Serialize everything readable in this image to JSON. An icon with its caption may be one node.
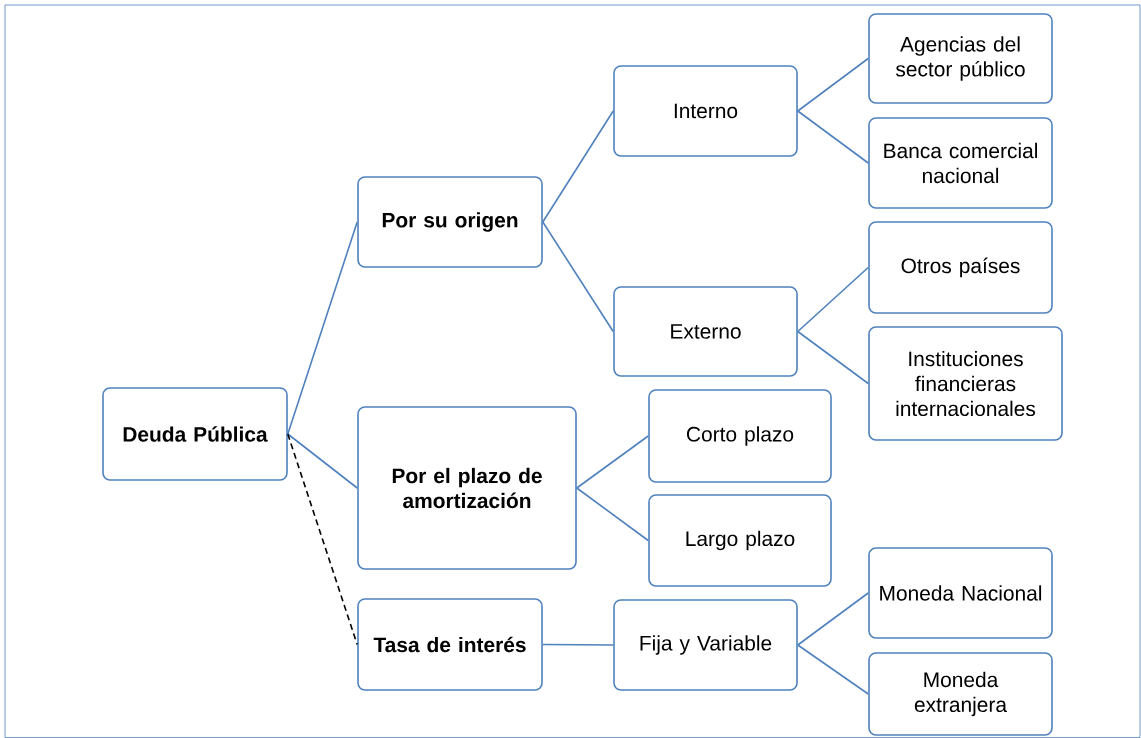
{
  "diagram": {
    "nodes": [
      {
        "text": [
          "**Deuda Pública**"
        ]
      },
      {
        "text": [
          "**Por su origen**"
        ]
      },
      {
        "text": [
          "Interno"
        ]
      },
      {
        "text": [
          "Agencias del sector público"
        ]
      },
      {
        "text": [
          "Banca comercial nacional"
        ]
      },
      {
        "text": [
          "Externo"
        ]
      },
      {
        "text": [
          "Otros países"
        ]
      },
      {
        "text": [
          "Instituciones financieras internacionales"
        ]
      },
      {
        "text": [
          "**Por el plazo de amortización**"
        ]
      },
      {
        "text": [
          "Corto plazo"
        ]
      },
      {
        "text": [
          "Largo plazo"
        ]
      },
      {
        "text": [
          "**Tasa de interés**"
        ]
      },
      {
        "text": [
          "Fija y Variable"
        ]
      },
      {
        "text": [
          "Moneda Nacional"
        ]
      },
      {
        "text": [
          "Moneda extranjera"
        ]
      }
    ],
    "edges": [
      {
        "from": 0,
        "to": 1,
        "arrow": "none"
      },
      {
        "from": 0,
        "to": 8,
        "arrow": "none"
      },
      {
        "from": 0,
        "to": 11,
        "arrow": "none",
        "style": "dashed",
        "color": "#000000"
      },
      {
        "from": 1,
        "to": 2,
        "arrow": "none"
      },
      {
        "from": 1,
        "to": 5,
        "arrow": "none"
      },
      {
        "from": 2,
        "to": 3,
        "arrow": "none"
      },
      {
        "from": 2,
        "to": 4,
        "arrow": "none"
      },
      {
        "from": 5,
        "to": 6,
        "arrow": "none"
      },
      {
        "from": 5,
        "to": 7,
        "arrow": "none"
      },
      {
        "from": 8,
        "to": 9,
        "arrow": "none"
      },
      {
        "from": 8,
        "to": 10,
        "arrow": "none"
      },
      {
        "from": 11,
        "to": 12,
        "arrow": "none"
      },
      {
        "from": 12,
        "to": 13,
        "arrow": "none"
      },
      {
        "from": 12,
        "to": 14,
        "arrow": "none"
      }
    ]
  }
}
